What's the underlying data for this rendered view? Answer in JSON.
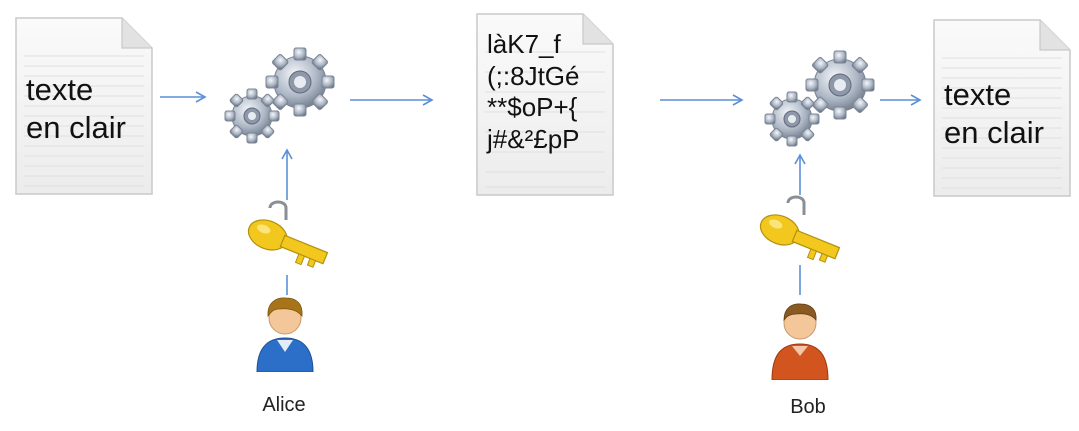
{
  "plaintext_in": {
    "line1": "texte",
    "line2": "en clair"
  },
  "ciphertext": {
    "line1": "làK7_f",
    "line2": "(;:8JtGé",
    "line3": "**$oP+{",
    "line4": "j#&²£pP"
  },
  "plaintext_out": {
    "line1": "texte",
    "line2": "en clair"
  },
  "sender": {
    "name": "Alice",
    "shirt_color": "#2c6fc9"
  },
  "receiver": {
    "name": "Bob",
    "shirt_color": "#d2541e"
  },
  "colors": {
    "arrow": "#5b8fd6",
    "key": "#f2c81f",
    "gear": "#9aa6b6",
    "doc_bg": "#f4f4f4"
  }
}
